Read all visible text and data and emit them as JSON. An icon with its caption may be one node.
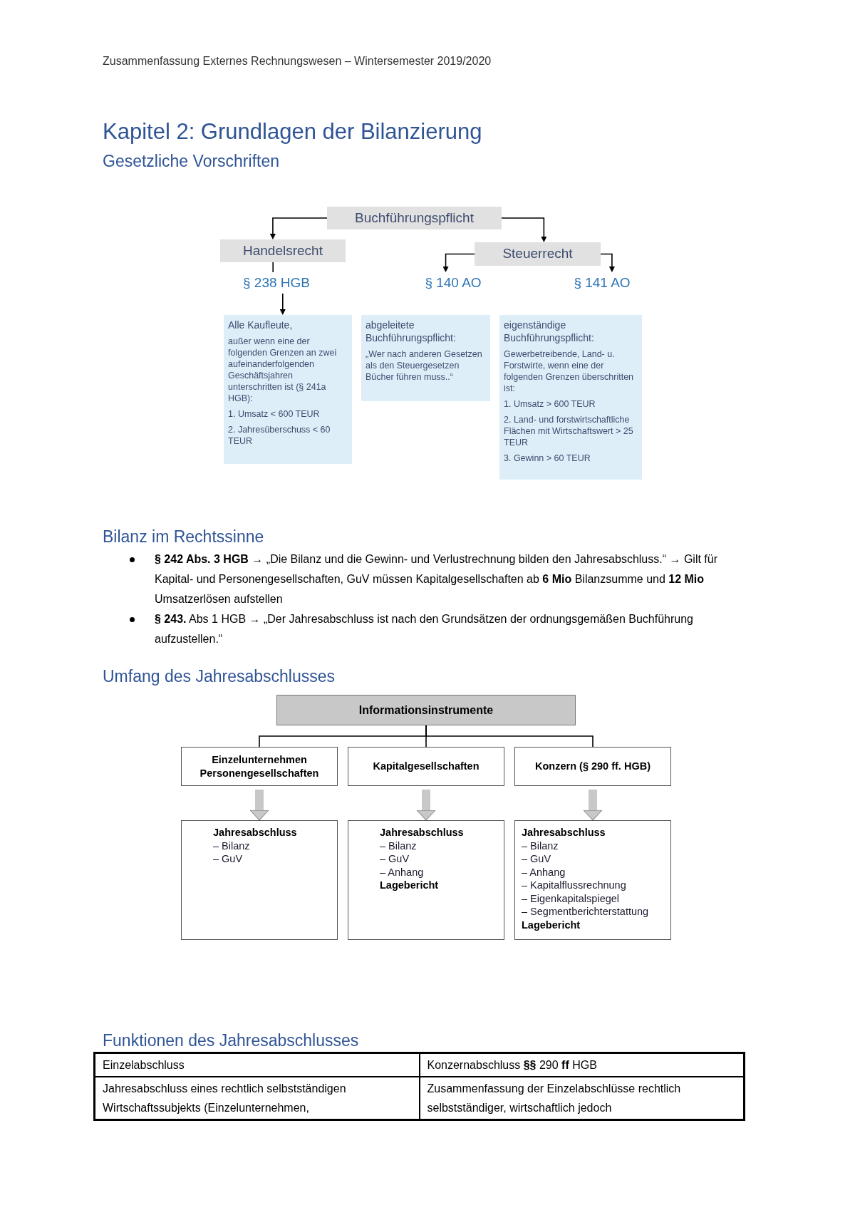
{
  "diagram": {
    "title": "Kapitel 2: Grundlagen der Bilanzierung",
    "nodes": [
      {
        "text": [
          "Buchführungspflicht"
        ]
      },
      {
        "text": [
          "Handelsrecht"
        ]
      },
      {
        "text": [
          "Steuerrecht"
        ]
      },
      {
        "text": [
          "§ 238 HGB"
        ]
      },
      {
        "text": [
          "§ 140 AO"
        ]
      },
      {
        "text": [
          "§ 141 AO"
        ]
      },
      {
        "text": [
          "Alle Kaufleute,",
          "außer wenn eine der folgenden Grenzen an zwei aufeinanderfolgenden Geschäftsjahren unterschritten ist (§ 241a HGB):",
          "1. Umsatz < 600 TEUR",
          "2. Jahresüberschuss < 60 TEUR"
        ]
      },
      {
        "text": [
          "abgeleitete Buchführungspflicht:",
          "„Wer nach anderen Gesetzen als den Steuergesetzen Bücher führen muss..“"
        ]
      },
      {
        "text": [
          "eigenständige Buchführungspflicht:",
          "Gewerbetreibende, Land- u. Forstwirte, wenn eine der folgenden Grenzen überschritten ist:",
          "1. Umsatz > 600 TEUR",
          "2. Land- und forstwirtschaftliche Flächen mit Wirtschaftswert > 25 TEUR",
          "3. Gewinn > 60 TEUR"
        ]
      },
      {
        "text": [
          "Informationsinstrumente"
        ]
      },
      {
        "text": [
          "Einzelunternehmen Personengesellschaften"
        ]
      },
      {
        "text": [
          "Kapitalgesellschaften"
        ]
      },
      {
        "text": [
          "Konzern (§ 290 ff. HGB)"
        ]
      },
      {
        "text": [
          "Jahresabschluss",
          "– Bilanz",
          "– GuV"
        ]
      },
      {
        "text": [
          "Jahresabschluss",
          "– Bilanz",
          "– GuV",
          "– Anhang",
          "Lagebericht"
        ]
      },
      {
        "text": [
          "Jahresabschluss",
          "– Bilanz",
          "– GuV",
          "– Anhang",
          "– Kapitalflussrechnung",
          "– Eigenkapitalspiegel",
          "– Segmentberichterstattung",
          "Lagebericht"
        ]
      }
    ],
    "edges": [
      {
        "from": 0,
        "to": 1,
        "arrow": "to"
      },
      {
        "from": 0,
        "to": 2,
        "arrow": "to"
      },
      {
        "from": 2,
        "to": 4,
        "arrow": "to"
      },
      {
        "from": 2,
        "to": 5,
        "arrow": "to"
      },
      {
        "from": 1,
        "to": 3,
        "arrow": "none"
      },
      {
        "from": 3,
        "to": 6,
        "arrow": "to"
      },
      {
        "from": 9,
        "to": 10,
        "arrow": "none"
      },
      {
        "from": 9,
        "to": 11,
        "arrow": "none"
      },
      {
        "from": 9,
        "to": 12,
        "arrow": "none"
      },
      {
        "from": 10,
        "to": 13,
        "arrow": "to",
        "style": "thick",
        "color": "#c8c8c8"
      },
      {
        "from": 11,
        "to": 14,
        "arrow": "to",
        "style": "thick",
        "color": "#c8c8c8"
      },
      {
        "from": 12,
        "to": 15,
        "arrow": "to",
        "style": "thick",
        "color": "#c8c8c8"
      }
    ],
    "labels": [
      "Zusammenfassung Externes Rechnungswesen – Wintersemester 2019/2020",
      "Gesetzliche Vorschriften",
      "Bilanz im Rechtssinne",
      "**§ 242 Abs. 3 HGB** → „Die Bilanz und die Gewinn- und Verlustrechnung bilden den Jahresabschluss.“ → Gilt für Kapital- und Personengesellschaften, GuV müssen Kapitalgesellschaften ab **6 Mio** Bilanzsumme und **12 Mio** Umsatzerlösen aufstellen",
      "**§ 243.** Abs 1 HGB → „Der Jahresabschluss ist nach den Grundsätzen der ordnungsgemäßen Buchführung aufzustellen.“",
      "Umfang des Jahresabschlusses",
      "Funktionen des Jahresabschlusses",
      "Einzelabschluss",
      "Konzernabschluss **§§** 290 **ff** HGB",
      "Jahresabschluss eines rechtlich selbstständigen Wirtschaftssubjekts (Einzelunternehmen,",
      "Zusammenfassung der Einzelabschlüsse rechtlich selbstständiger, wirtschaftlich jedoch"
    ]
  }
}
